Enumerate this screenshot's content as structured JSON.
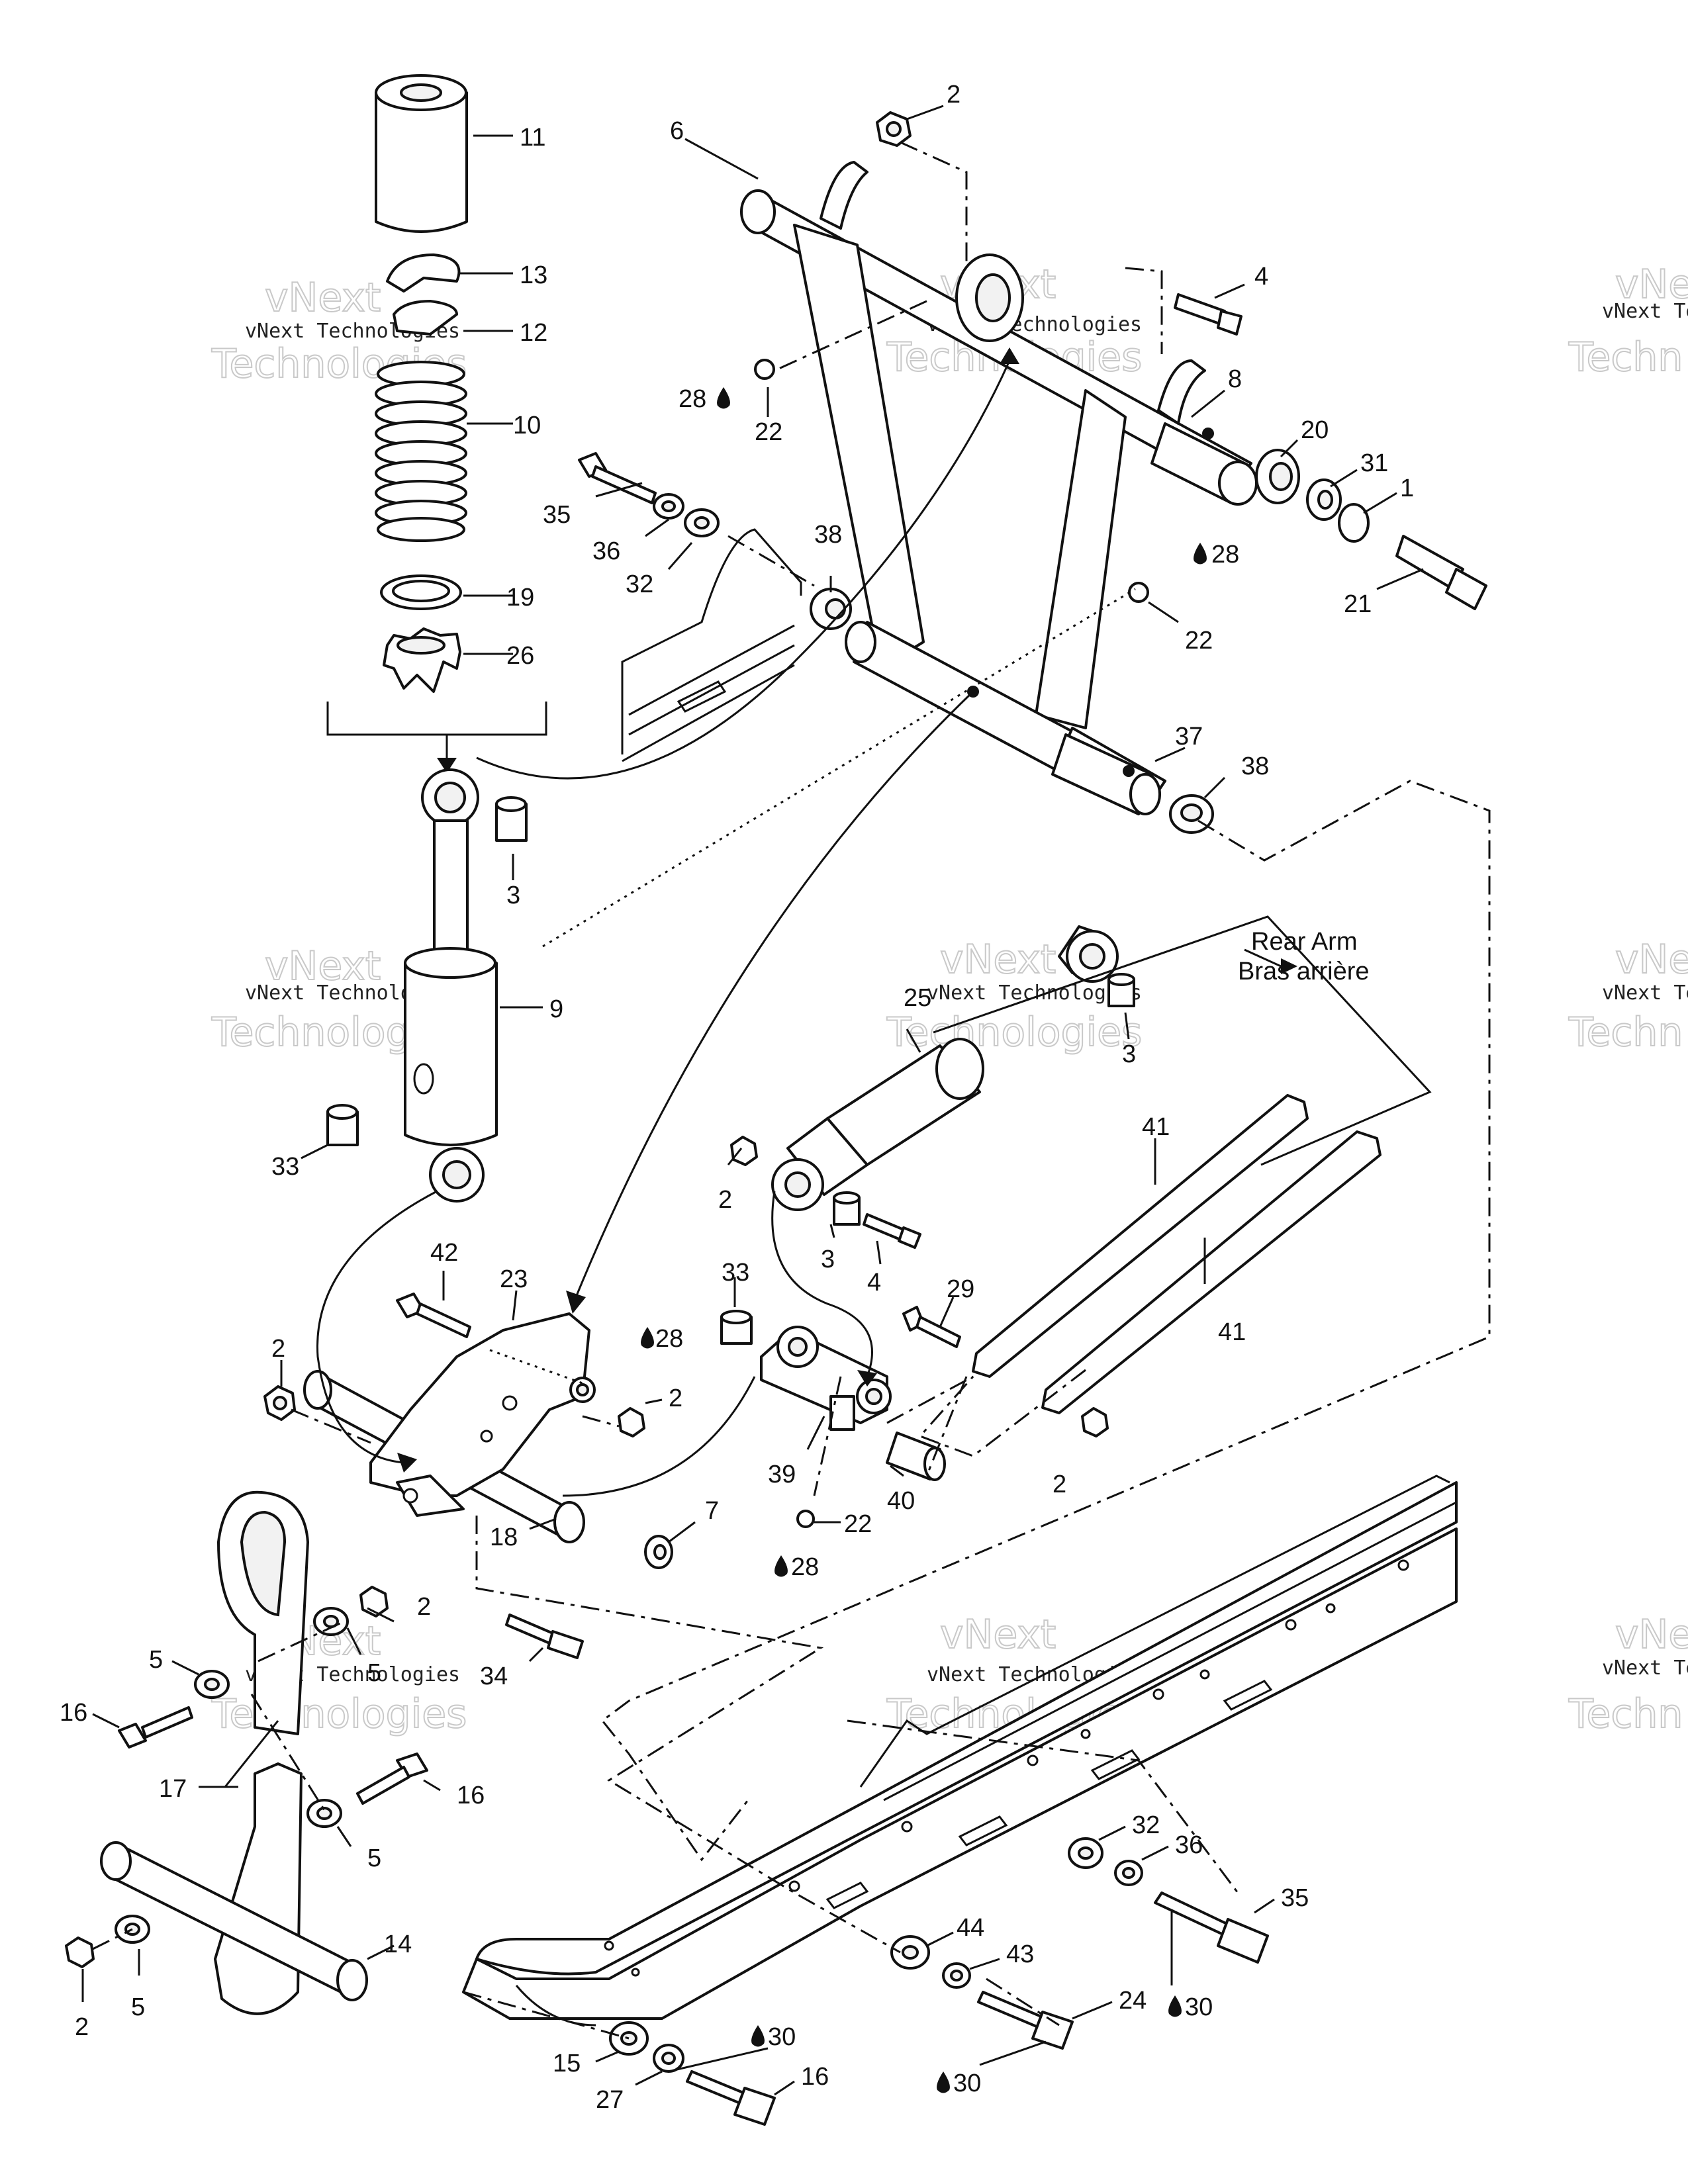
{
  "diagram": {
    "callouts": [
      "11",
      "13",
      "12",
      "10",
      "19",
      "26",
      "3",
      "9",
      "33",
      "2",
      "6",
      "4",
      "8",
      "20",
      "31",
      "1",
      "21",
      "28",
      "22",
      "35",
      "36",
      "32",
      "38",
      "37",
      "25",
      "41",
      "29",
      "42",
      "23",
      "7",
      "18",
      "34",
      "39",
      "40",
      "5",
      "16",
      "17",
      "14",
      "30",
      "15",
      "27",
      "24",
      "43",
      "44"
    ],
    "labels": {
      "rear_arm_en": "Rear Arm",
      "rear_arm_fr": "Bras arrière"
    },
    "watermark": {
      "company": "vNext Technologies",
      "brand_first": "vNext",
      "brand_second": "Technologies",
      "fragment_company": "vNext Te",
      "fragment_brand_first": "vNe",
      "fragment_brand_second": "Techn"
    },
    "colors": {
      "line": "#111111",
      "background": "#ffffff",
      "watermark_outline": "#c9c9c9"
    },
    "icons": [
      "oil-drop-icon"
    ]
  }
}
